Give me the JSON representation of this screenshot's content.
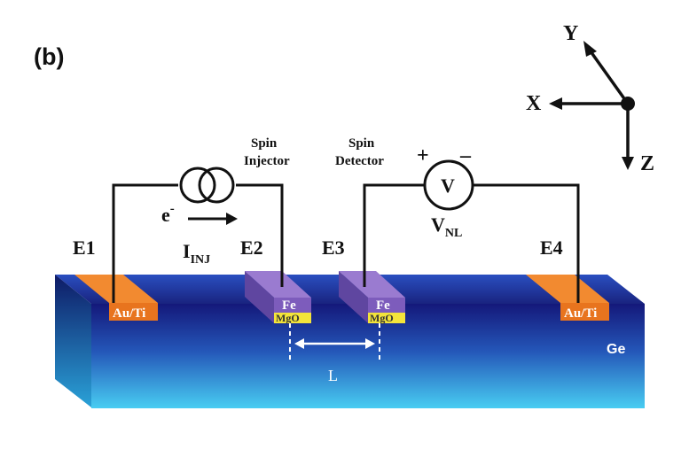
{
  "panel_label": "(b)",
  "axes": {
    "x": "X",
    "y": "Y",
    "z": "Z"
  },
  "electrodes": {
    "e1": {
      "label": "E1",
      "pad": "Au/Ti"
    },
    "e2": {
      "label": "E2",
      "top": "Fe",
      "barrier": "MgO",
      "caption_line1": "Spin",
      "caption_line2": "Injector"
    },
    "e3": {
      "label": "E3",
      "top": "Fe",
      "barrier": "MgO",
      "caption_line1": "Spin",
      "caption_line2": "Detector"
    },
    "e4": {
      "label": "E4",
      "pad": "Au/Ti"
    }
  },
  "injection": {
    "electron": "e",
    "electron_sup": "-",
    "current": "I",
    "current_sub": "INJ"
  },
  "voltmeter": {
    "symbol": "V",
    "plus": "+",
    "minus": "–",
    "label": "V",
    "label_sub": "NL"
  },
  "substrate": "Ge",
  "separation": "L",
  "colors": {
    "au_ti_pad": "#F28A30",
    "fe_layer": "#8E6FC8",
    "mgo_layer": "#F4E43A",
    "substrate_top": "#1B1F7A",
    "substrate_bottom": "#3FC4EE"
  }
}
